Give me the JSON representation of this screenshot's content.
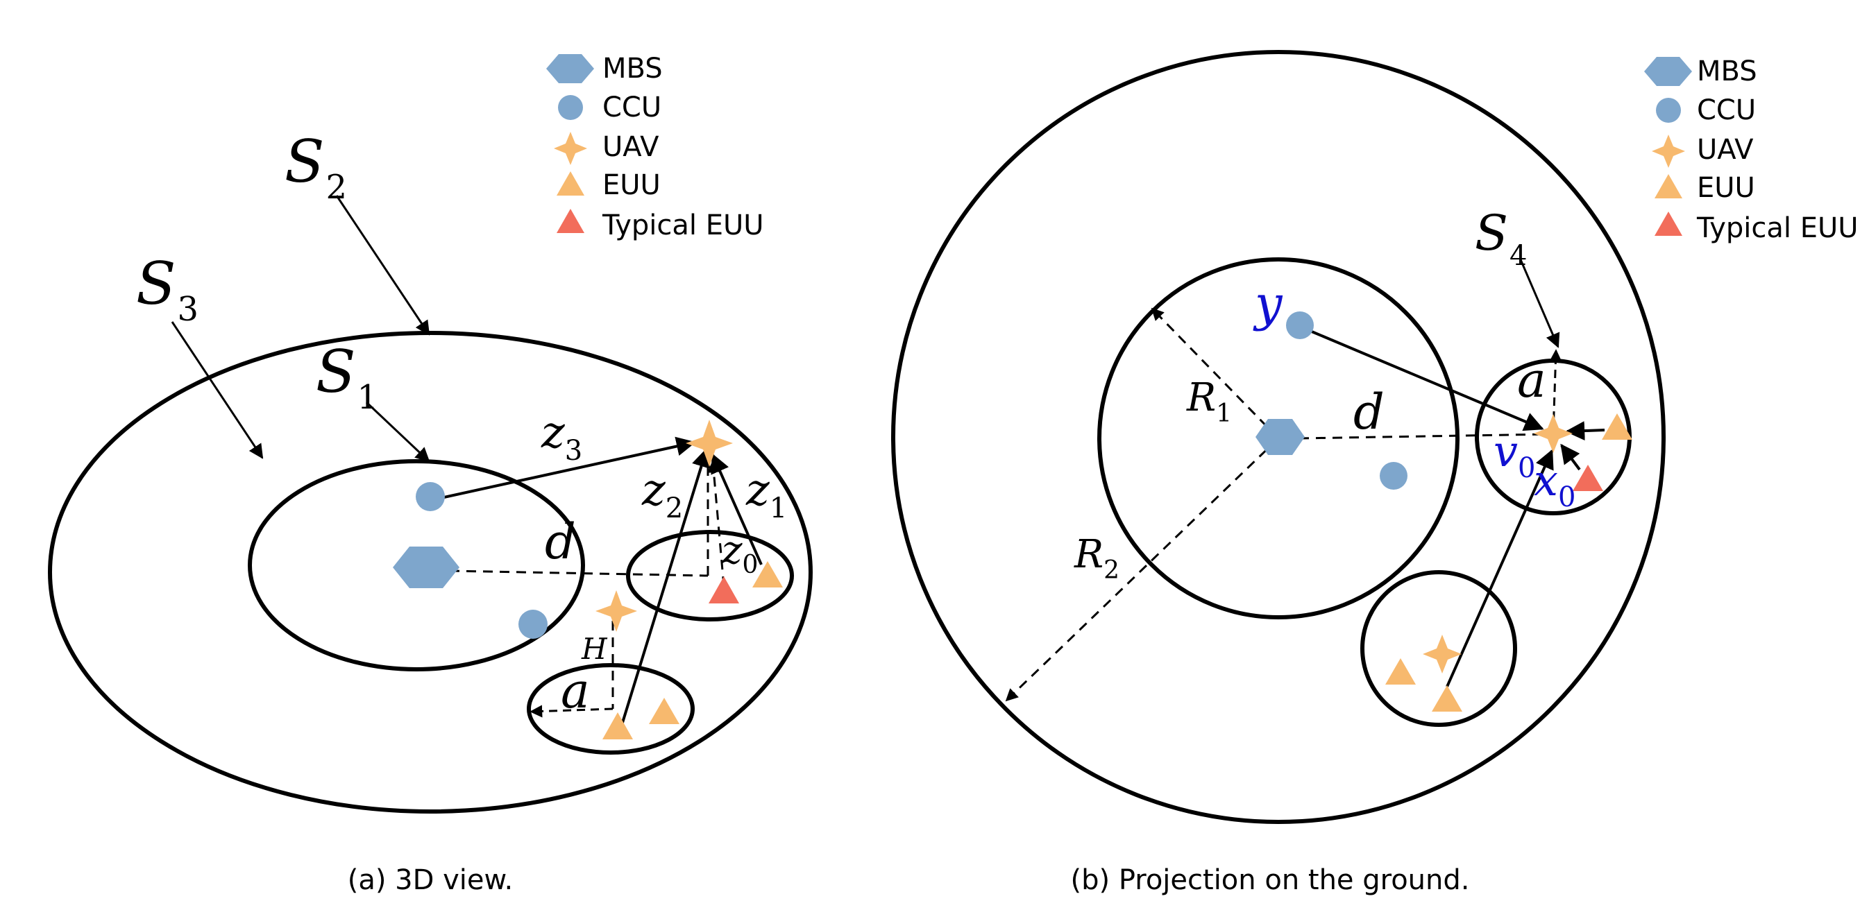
{
  "legend": {
    "mbs": "MBS",
    "ccu": "CCU",
    "uav": "UAV",
    "euu": "EUU",
    "typical_euu": "Typical EUU"
  },
  "colors": {
    "mbs": "#7ea6cc",
    "ccu": "#7ea6cc",
    "uav": "#f7b96e",
    "euu": "#f7b96e",
    "typical_euu": "#f26d5b",
    "label_blue": "#1010d0"
  },
  "panel_a": {
    "caption": "(a) 3D view.",
    "labels": {
      "S2": "S",
      "S2_sub": "2",
      "S3": "S",
      "S3_sub": "3",
      "S1": "S",
      "S1_sub": "1",
      "z3": "z",
      "z3_sub": "3",
      "z2": "z",
      "z2_sub": "2",
      "z1": "z",
      "z1_sub": "1",
      "z0": "z",
      "z0_sub": "0",
      "d": "d",
      "H": "H",
      "a": "a"
    }
  },
  "panel_b": {
    "caption": "(b) Projection on the ground.",
    "labels": {
      "S4": "S",
      "S4_sub": "4",
      "y": "y",
      "R1": "R",
      "R1_sub": "1",
      "R2": "R",
      "R2_sub": "2",
      "d": "d",
      "a": "a",
      "v0": "v",
      "v0_sub": "0",
      "x0": "x",
      "x0_sub": "0"
    }
  }
}
